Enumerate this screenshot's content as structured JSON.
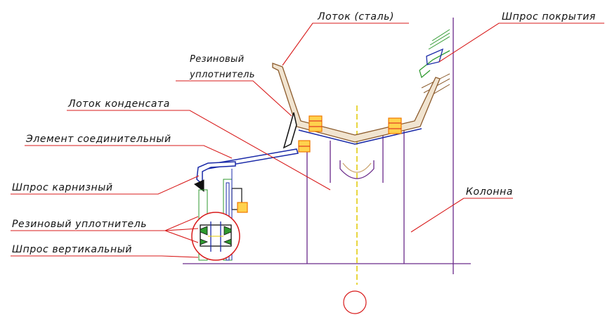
{
  "labels": {
    "tray_steel": "Лоток (сталь)",
    "roof_mullion": "Шпрос покрытия",
    "rubber_seal_top_1": "Резиновый",
    "rubber_seal_top_2": "уплотнитель",
    "condensate_tray": "Лоток конденсата",
    "connecting_element": "Элемент соединительный",
    "eave_mullion": "Шпрос карнизный",
    "column": "Колонна",
    "rubber_seal": "Резиновый уплотнитель",
    "vertical_mullion": "Шпрос вертикальный"
  },
  "colors": {
    "leader": "#d81b1b",
    "tray_outline": "#8b5a2b",
    "tray_fill": "#f1e4d0",
    "mullion_blue": "#1a2aa8",
    "column_purple": "#6a2a8a",
    "axis_yellow": "#e0c800",
    "bolt_orange": "#f07800",
    "seal_green": "#2f9a2f",
    "roof_lines": "#2f9a2f"
  }
}
